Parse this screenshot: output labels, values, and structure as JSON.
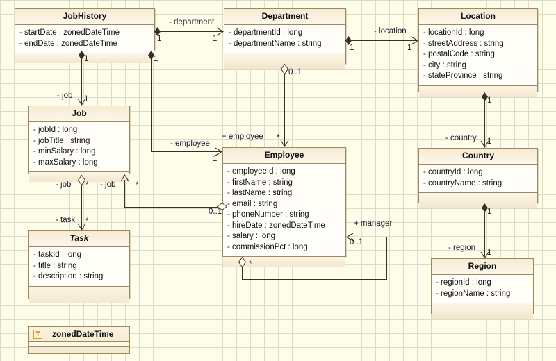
{
  "diagram": {
    "type": "uml-class-diagram",
    "background_color": "#fdfdea",
    "grid_color": "#dcdcc8",
    "class_border_color": "#9a8a5e",
    "line_color": "#3b3020"
  },
  "classes": {
    "jobhistory": {
      "name": "JobHistory",
      "attributes": [
        "- startDate : zonedDateTime",
        "- endDate : zonedDateTime"
      ]
    },
    "department": {
      "name": "Department",
      "attributes": [
        "- departmentId : long",
        "- departmentName : string"
      ]
    },
    "location": {
      "name": "Location",
      "attributes": [
        "- locationId : long",
        "- streetAddress : string",
        "- postalCode : string",
        "- city : string",
        "- stateProvince : string"
      ]
    },
    "job": {
      "name": "Job",
      "attributes": [
        "- jobId : long",
        "- jobTitle : string",
        "- minSalary : long",
        "- maxSalary : long"
      ]
    },
    "employee": {
      "name": "Employee",
      "attributes": [
        "- employeeId : long",
        "- firstName : string",
        "- lastName : string",
        "- email : string",
        "- phoneNumber : string",
        "- hireDate : zonedDateTime",
        "- salary : long",
        "- commissionPct : long"
      ]
    },
    "country": {
      "name": "Country",
      "attributes": [
        "- countryId : long",
        "- countryName : string"
      ]
    },
    "region": {
      "name": "Region",
      "attributes": [
        "- regionId : long",
        "- regionName : string"
      ]
    },
    "task": {
      "name": "Task",
      "abstract": true,
      "attributes": [
        "- taskId : long",
        "- title : string",
        "- description : string"
      ]
    }
  },
  "datatypes": {
    "zoneddatetime": {
      "name": "zonedDateTime",
      "stereotype_letter": "T"
    }
  },
  "associations": {
    "jobhistory_department": {
      "role": "- department",
      "source_multiplicity": "1",
      "target_multiplicity": "1"
    },
    "department_location": {
      "role": "- location",
      "source_multiplicity": "1",
      "target_multiplicity": "1"
    },
    "jobhistory_job": {
      "role": "- job",
      "source_multiplicity": "1",
      "target_multiplicity": "1"
    },
    "jobhistory_employee": {
      "role": "- employee",
      "source_multiplicity": "1",
      "target_multiplicity": "1"
    },
    "department_employee": {
      "role": "+ employee",
      "source_multiplicity": "0..1",
      "target_multiplicity": "*"
    },
    "location_country": {
      "role": "- country",
      "source_multiplicity": "1",
      "target_multiplicity": "1"
    },
    "country_region": {
      "role": "- region",
      "source_multiplicity": "1",
      "target_multiplicity": "1"
    },
    "job_task": {
      "role": "- task",
      "source_multiplicity": "*",
      "target_multiplicity": "*"
    },
    "job_employee": {
      "role": "- job",
      "source_multiplicity": "0..1",
      "target_multiplicity": "*"
    },
    "job_left_role": {
      "role": "- job",
      "source_multiplicity": "*"
    },
    "employee_manager": {
      "role": "+ manager",
      "source_multiplicity": "0..1",
      "target_multiplicity": "*"
    }
  }
}
